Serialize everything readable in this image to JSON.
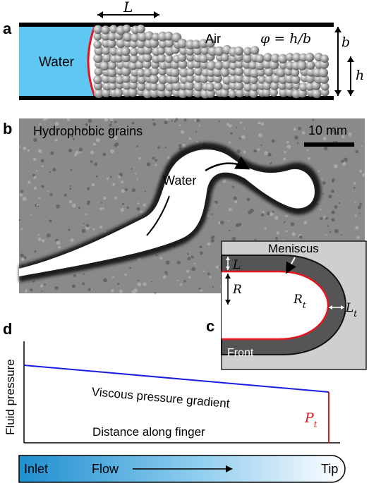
{
  "panels": {
    "a": {
      "letter": "a",
      "dim_L": "L",
      "water_label": "Water",
      "air_label": "Air",
      "formula": "φ = h/b",
      "dim_b": "b",
      "dim_h": "h"
    },
    "b": {
      "letter": "b",
      "grains_label": "Hydrophobic grains",
      "scale_label": "10 mm",
      "water_label": "Water"
    },
    "c": {
      "letter": "c",
      "meniscus_label": "Meniscus",
      "dim_L": "L",
      "dim_R": "R",
      "dim_Rt": "Rt",
      "dim_Lt": "Lt",
      "front_label": "Front"
    },
    "d": {
      "letter": "d",
      "ylabel": "Fluid pressure",
      "gradient_label": "Viscous pressure gradient",
      "xlabel": "Distance along finger",
      "tip_pressure": "Pt",
      "bar": {
        "inlet": "Inlet",
        "flow": "Flow",
        "tip": "Tip"
      }
    }
  },
  "colors": {
    "water": "#5ec8f2",
    "meniscus": "#e8141c",
    "gradient_line": "#1c1ce0",
    "tip_line": "#e8141c",
    "bar_start": "#1f8fd0"
  }
}
